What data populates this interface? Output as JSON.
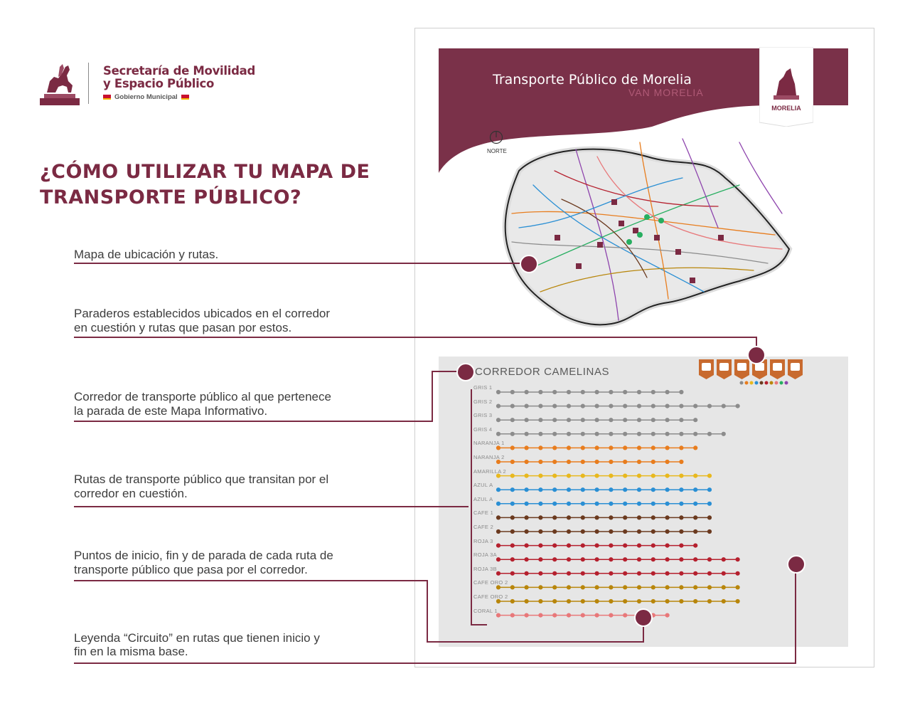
{
  "header": {
    "org_line1": "Secretaría de Movilidad",
    "org_line2": "y Espacio Público",
    "org_sub": "Gobierno Municipal"
  },
  "title": {
    "line1": "¿CÓMO UTILIZAR TU MAPA DE",
    "line2": "TRANSPORTE PÚBLICO?"
  },
  "captions": {
    "map_routes": "Mapa de ubicación y rutas.",
    "stops_line1": "Paraderos establecidos ubicados en el corredor",
    "stops_line2": "en cuestión y rutas que pasan por estos.",
    "corridor_line1": "Corredor de transporte público al que pertenece",
    "corridor_line2": "la parada de este Mapa Informativo.",
    "routes_line1": "Rutas de transporte público que transitan por el",
    "routes_line2": "corredor en cuestión.",
    "points_line1": "Puntos de inicio, fin y de parada de cada ruta de",
    "points_line2": "transporte público que pasa por el corredor.",
    "circuit_line1": "Leyenda “Circuito” en rutas que tienen inicio y",
    "circuit_line2": "fin en la misma base."
  },
  "poster": {
    "title": "Transporte Público de Morelia",
    "subtitle": "VAN MORELIA",
    "badge": "MORELIA",
    "north": "NORTE",
    "corridor_title": "CORREDOR CAMELINAS",
    "routes": [
      {
        "name": "GRIS 1",
        "color": "#8c8c8c",
        "stops": 14
      },
      {
        "name": "GRIS 2",
        "color": "#8c8c8c",
        "stops": 18
      },
      {
        "name": "GRIS 3",
        "color": "#8c8c8c",
        "stops": 15
      },
      {
        "name": "GRIS 4",
        "color": "#8c8c8c",
        "stops": 17
      },
      {
        "name": "NARANJA 1",
        "color": "#e87d1e",
        "stops": 15
      },
      {
        "name": "NARANJA 2",
        "color": "#e87d1e",
        "stops": 14
      },
      {
        "name": "AMARILLA 2",
        "color": "#e8b81e",
        "stops": 16
      },
      {
        "name": "AZUL A",
        "color": "#2a8fd4",
        "stops": 16
      },
      {
        "name": "AZUL A",
        "color": "#2a8fd4",
        "stops": 16
      },
      {
        "name": "CAFE 1",
        "color": "#6b3a1f",
        "stops": 16
      },
      {
        "name": "CAFE 2",
        "color": "#6b3a1f",
        "stops": 16
      },
      {
        "name": "ROJA 3",
        "color": "#b5202e",
        "stops": 15
      },
      {
        "name": "ROJA 3A",
        "color": "#b5202e",
        "stops": 18
      },
      {
        "name": "ROJA 3B",
        "color": "#b5202e",
        "stops": 18
      },
      {
        "name": "CAFE ORO 2",
        "color": "#b8860b",
        "stops": 18
      },
      {
        "name": "CAFE ORO 2",
        "color": "#b8860b",
        "stops": 18
      },
      {
        "name": "CORAL 1",
        "color": "#e8787a",
        "stops": 13
      }
    ],
    "colors": {
      "primary": "#7b2a43",
      "poster_header": "#7a3149",
      "panel": "#e6e6e6"
    }
  }
}
